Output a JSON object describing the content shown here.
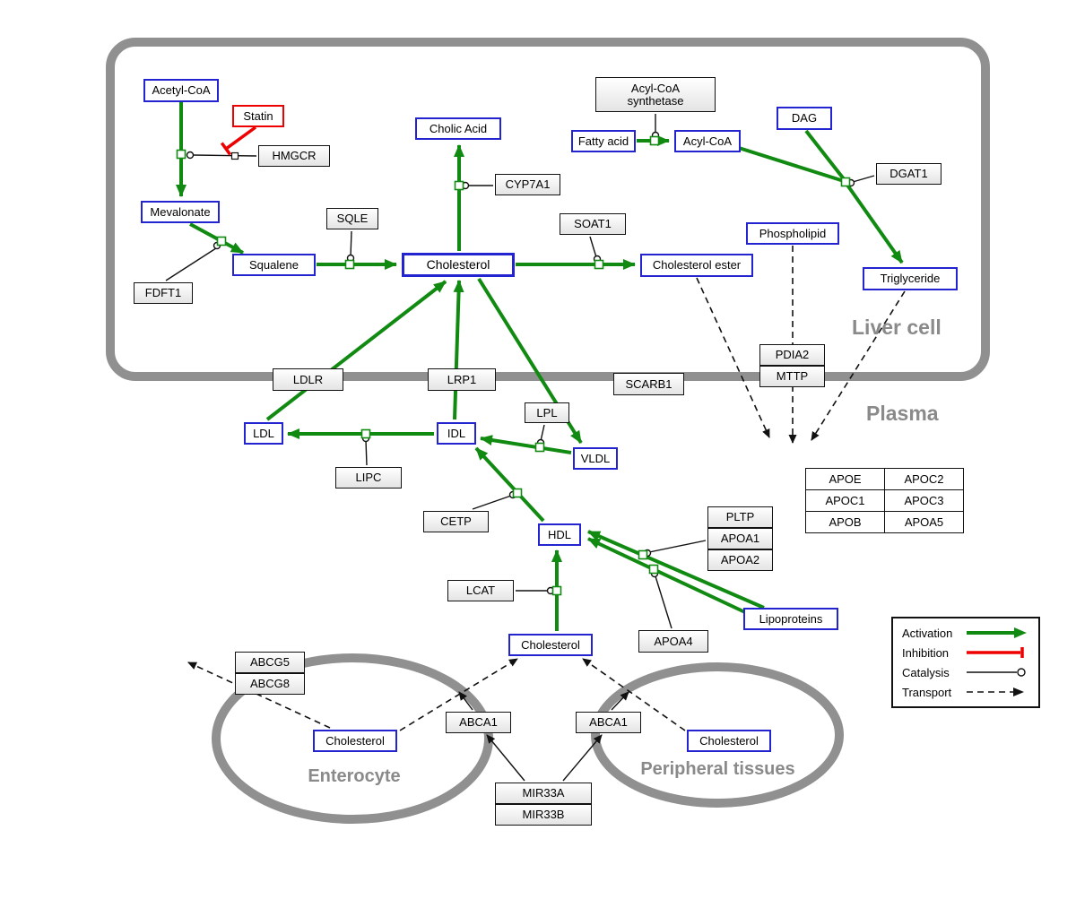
{
  "regions": {
    "liver": "Liver cell",
    "plasma": "Plasma",
    "enterocyte": "Enterocyte",
    "peripheral": "Peripheral tissues"
  },
  "metabolites": {
    "acetyl_coa": "Acetyl-CoA",
    "mevalonate": "Mevalonate",
    "squalene": "Squalene",
    "cholic_acid": "Cholic Acid",
    "cholesterol_liver": "Cholesterol",
    "cholesterol_ester": "Cholesterol ester",
    "fatty_acid": "Fatty acid",
    "acyl_coa": "Acyl-CoA",
    "dag": "DAG",
    "phospholipid": "Phospholipid",
    "triglyceride": "Triglyceride",
    "ldl": "LDL",
    "idl": "IDL",
    "vldl": "VLDL",
    "hdl": "HDL",
    "cholesterol_plasma": "Cholesterol",
    "cholesterol_enterocyte": "Cholesterol",
    "cholesterol_peripheral": "Cholesterol",
    "lipoproteins": "Lipoproteins"
  },
  "drugs": {
    "statin": "Statin"
  },
  "genes": {
    "hmgcr": "HMGCR",
    "sqle": "SQLE",
    "fdft1": "FDFT1",
    "cyp7a1": "CYP7A1",
    "soat1": "SOAT1",
    "acyl_coa_synthetase_line1": "Acyl-CoA",
    "acyl_coa_synthetase_line2": "synthetase",
    "dgat1": "DGAT1",
    "pdia2": "PDIA2",
    "mttp": "MTTP",
    "ldlr": "LDLR",
    "lrp1": "LRP1",
    "scarb1": "SCARB1",
    "lpl": "LPL",
    "lipc": "LIPC",
    "cetp": "CETP",
    "lcat": "LCAT",
    "pltp": "PLTP",
    "apoa1": "APOA1",
    "apoa2": "APOA2",
    "apoa4": "APOA4",
    "abcg5": "ABCG5",
    "abcg8": "ABCG8",
    "abca1_enterocyte": "ABCA1",
    "abca1_peripheral": "ABCA1",
    "mir33a": "MIR33A",
    "mir33b": "MIR33B"
  },
  "apo_table": {
    "rows": [
      [
        "APOE",
        "APOC2"
      ],
      [
        "APOC1",
        "APOC3"
      ],
      [
        "APOB",
        "APOA5"
      ]
    ]
  },
  "legend": {
    "activation": "Activation",
    "inhibition": "Inhibition",
    "catalysis": "Catalysis",
    "transport": "Transport"
  },
  "colors": {
    "activation": "#118a11",
    "inhibition": "#ee0000",
    "metabolite_border": "#2323cf",
    "compartment": "#909090"
  }
}
